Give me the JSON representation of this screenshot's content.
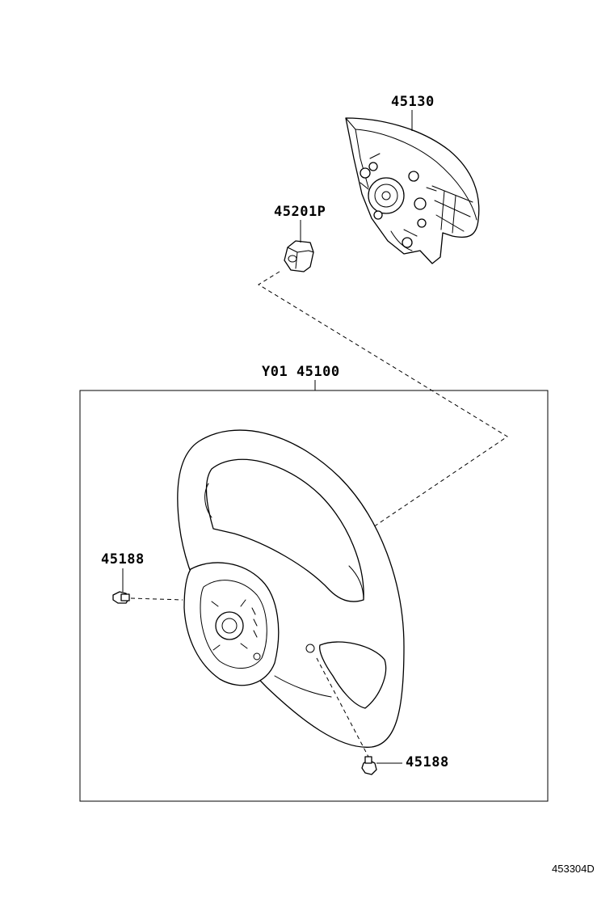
{
  "parts": {
    "horn_pad": {
      "number": "45130"
    },
    "nut": {
      "number": "45201P"
    },
    "wheel_assembly": {
      "number": "Y01 45100"
    },
    "screw_left": {
      "number": "45188"
    },
    "screw_right": {
      "number": "45188"
    }
  },
  "diagram_code": "453304D"
}
